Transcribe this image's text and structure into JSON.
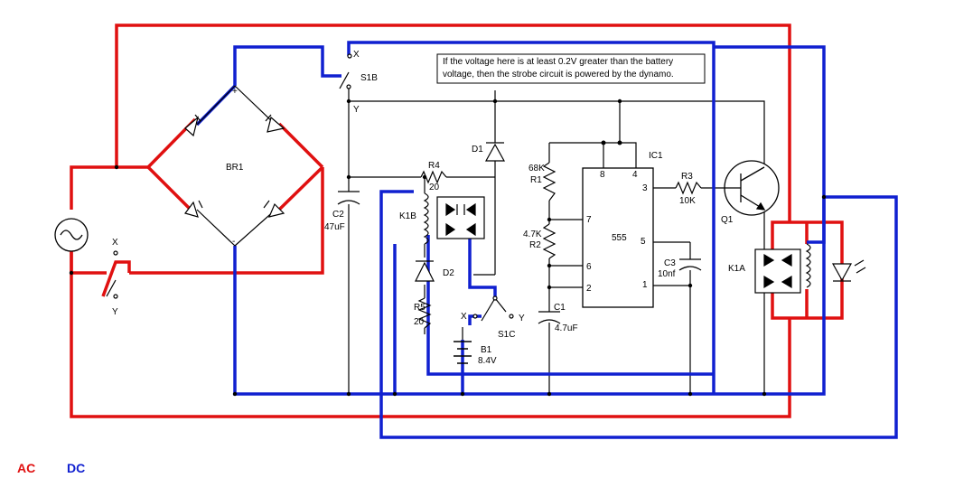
{
  "note": "If the voltage here is at least 0.2V greater than the battery voltage, then the strobe circuit is powered by the dynamo.",
  "legend": {
    "ac": "AC",
    "dc": "DC"
  },
  "colors": {
    "ac": "#e01010",
    "dc": "#1020d0",
    "wire": "#000000"
  },
  "labels": {
    "br1": "BR1",
    "plus": "+",
    "minus": "-",
    "s1b": "S1B",
    "s1b_x": "X",
    "s1b_y": "Y",
    "s1a_x": "X",
    "s1a_y": "Y",
    "c2_name": "C2",
    "c2_value": "47uF",
    "r4_name": "R4",
    "r4_value": "20",
    "d1": "D1",
    "d2": "D2",
    "k1b": "K1B",
    "k1a": "K1A",
    "r5_name": "R5",
    "r5_value": "20",
    "s1c": "S1C",
    "s1c_x": "X",
    "s1c_y": "Y",
    "b1_name": "B1",
    "b1_value": "8.4V",
    "r1_value": "68K",
    "r1_name": "R1",
    "r2_value": "4.7K",
    "r2_name": "R2",
    "c1_name": "C1",
    "c1_value": "4.7uF",
    "ic1": "IC1",
    "chip": "555",
    "pin8": "8",
    "pin4": "4",
    "pin3": "3",
    "pin7": "7",
    "pin6": "6",
    "pin2": "2",
    "pin5": "5",
    "pin1": "1",
    "r3_name": "R3",
    "r3_value": "10K",
    "c3_name": "C3",
    "c3_value": "10nf",
    "q1": "Q1"
  }
}
